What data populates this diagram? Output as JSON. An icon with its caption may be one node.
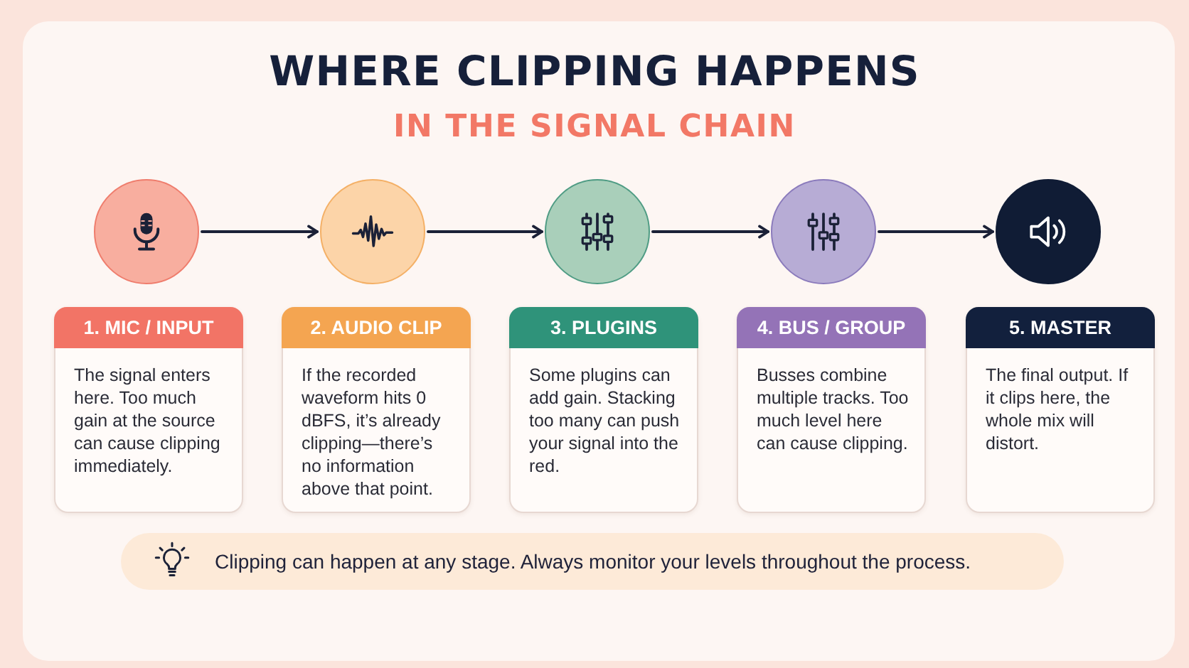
{
  "diagram": {
    "title": "WHERE CLIPPING HAPPENS",
    "nodes": [
      {
        "text": [],
        "shape": "circle"
      },
      {
        "text": [],
        "shape": "circle"
      },
      {
        "text": [],
        "shape": "circle"
      },
      {
        "text": [],
        "shape": "circle"
      },
      {
        "text": [],
        "shape": "circle"
      },
      {
        "text": [
          "1. MIC / INPUT",
          "The signal enters here. Too much gain at the source can cause clipping immediately."
        ]
      },
      {
        "text": [
          "2. AUDIO CLIP",
          "If the recorded waveform hits 0 dBFS, it’s already clipping—there’s no information above that point."
        ]
      },
      {
        "text": [
          "3. PLUGINS",
          "Some plugins can add gain. Stacking too many can push your signal into the red."
        ]
      },
      {
        "text": [
          "4. BUS / GROUP",
          "Busses combine multiple tracks. Too much level here can cause clipping."
        ]
      },
      {
        "text": [
          "5. MASTER",
          "The final output. If it clips here, the whole mix will distort."
        ]
      },
      {
        "text": [
          "Clipping can happen at any stage. Always monitor your levels throughout the process."
        ]
      }
    ],
    "edges": [
      {
        "from": 0,
        "to": 1,
        "arrow": "to"
      },
      {
        "from": 1,
        "to": 2,
        "arrow": "to"
      },
      {
        "from": 2,
        "to": 3,
        "arrow": "to"
      },
      {
        "from": 3,
        "to": 4,
        "arrow": "to"
      }
    ],
    "labels": [
      "IN THE SIGNAL CHAIN"
    ]
  }
}
